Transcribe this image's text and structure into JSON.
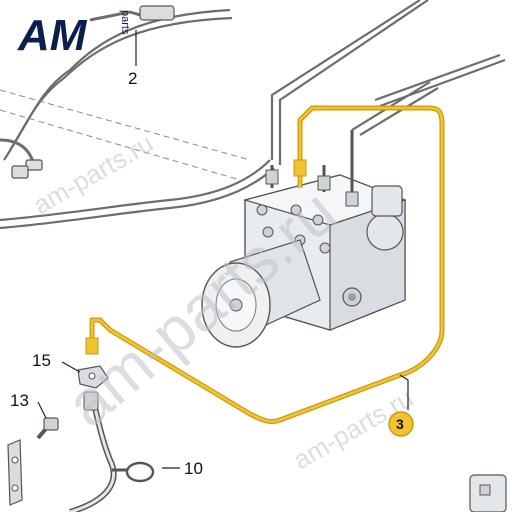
{
  "logo": {
    "brand": "AM",
    "suffix": "parts"
  },
  "watermark": {
    "text": "am-parts.ru"
  },
  "callouts": [
    {
      "id": "2",
      "label": "2"
    },
    {
      "id": "3",
      "label": "3"
    },
    {
      "id": "10",
      "label": "10"
    },
    {
      "id": "13",
      "label": "13"
    },
    {
      "id": "15",
      "label": "15"
    }
  ],
  "colors": {
    "highlight": "#f2c230",
    "highlight_stroke": "#c99a10",
    "line": "#555555",
    "hydraulic_unit": "#e9ecef",
    "hydraulic_shadow": "#c9cdd2"
  }
}
